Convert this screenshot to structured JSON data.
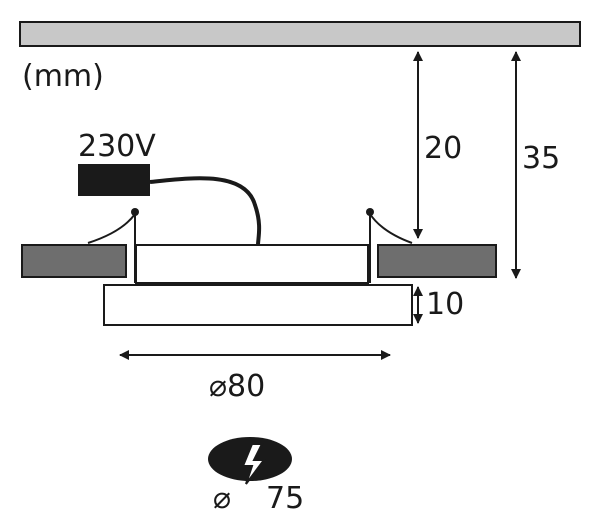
{
  "units_label": "(mm)",
  "voltage_label": "230V",
  "dimensions": {
    "ceiling_gap": "20",
    "total_depth": "35",
    "lamp_thickness": "10",
    "lamp_diameter": "⌀80",
    "cutout_diameter": "75"
  },
  "cutout_symbol": {
    "diameter_glyph": "⌀",
    "icon": "drill-bit-icon"
  },
  "colors": {
    "ceiling_fill": "#c8c8c8",
    "board_fill": "#6e6e6e",
    "driver_fill": "#1a1a1a",
    "line": "#1a1a1a",
    "lamp_fill": "#ffffff"
  }
}
